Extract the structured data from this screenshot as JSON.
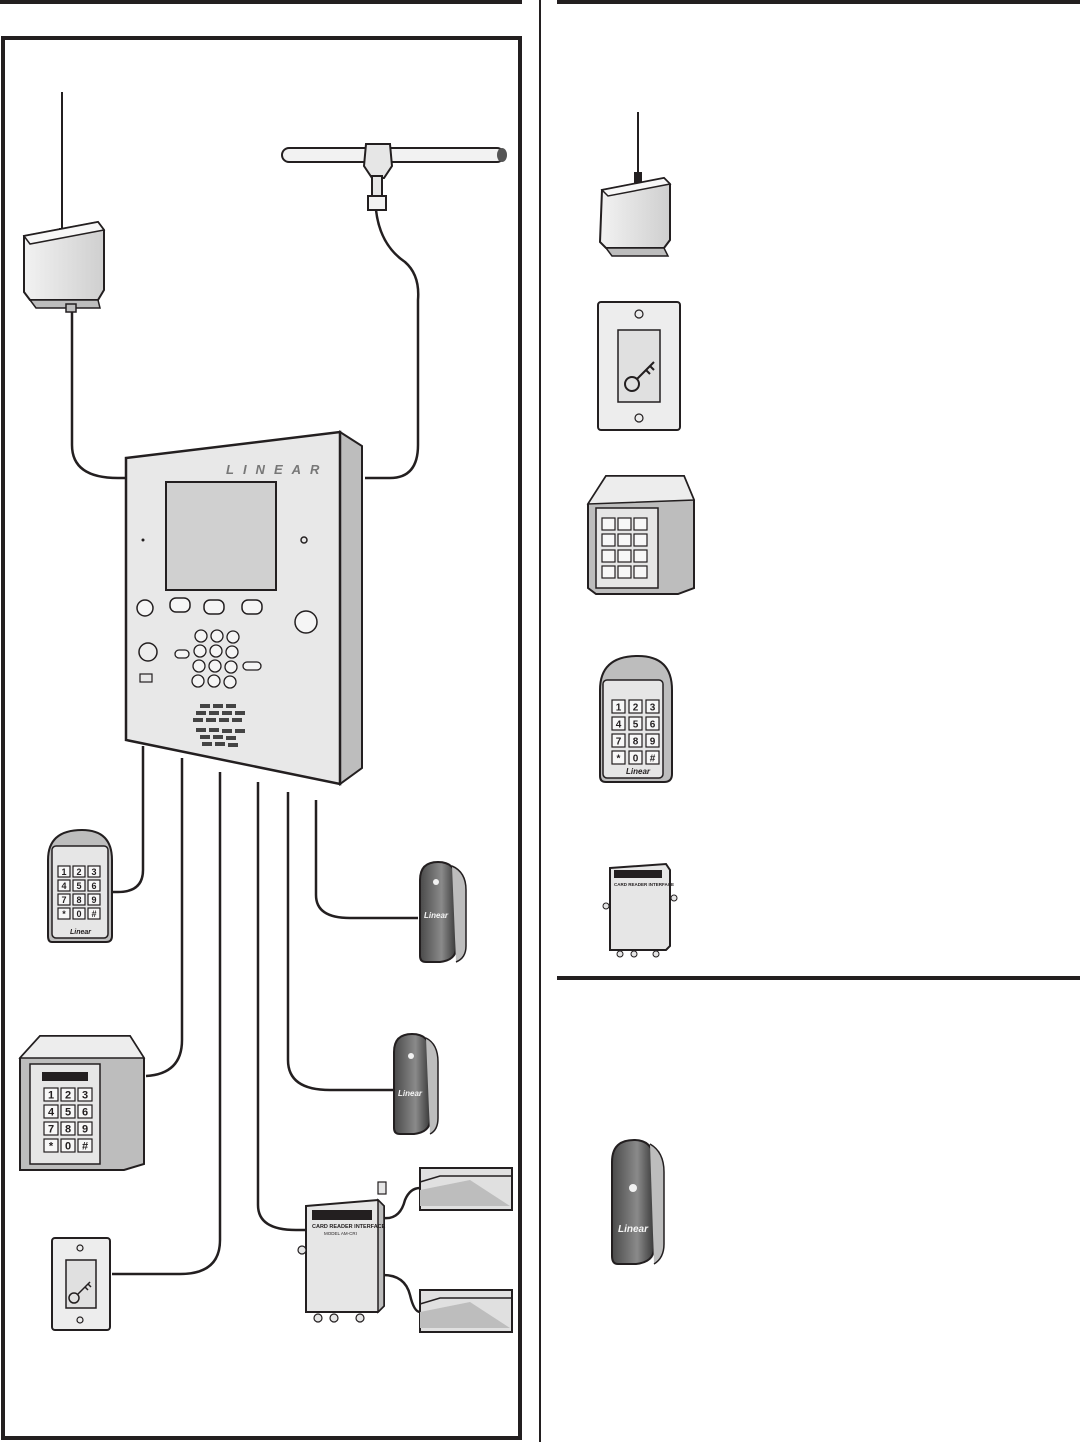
{
  "page": {
    "panel_brand": "LINEAR",
    "reader_brand": "Linear",
    "keypad_brand": "Linear",
    "interface_caption": "CARD READER INTERFACE",
    "interface_model": "MODEL AM-CRI",
    "keypad_keys": [
      "1",
      "2",
      "3",
      "4",
      "5",
      "6",
      "7",
      "8",
      "9",
      "*",
      "0",
      "#"
    ]
  },
  "colors": {
    "ink": "#231f20",
    "device_fill": "#e6e6e6",
    "device_shadow": "#bdbdbd",
    "reader_dark": "#6d6d6d",
    "screen": "#d0d0d0"
  },
  "icons": [
    "key-icon",
    "lock-icon",
    "envelope-icon"
  ]
}
